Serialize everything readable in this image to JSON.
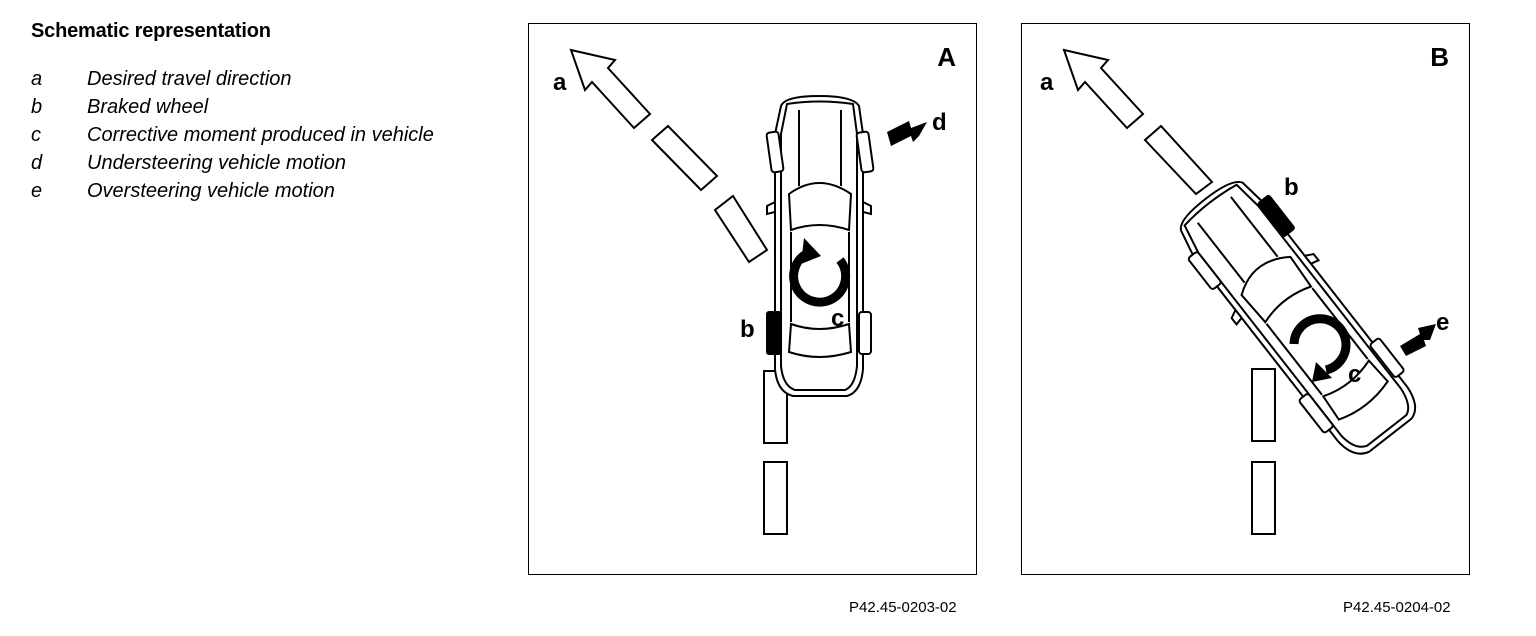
{
  "legend": {
    "title": "Schematic representation",
    "items": [
      {
        "key": "a",
        "text": "Desired travel direction"
      },
      {
        "key": "b",
        "text": "Braked wheel"
      },
      {
        "key": "c",
        "text": "Corrective moment produced in vehicle"
      },
      {
        "key": "d",
        "text": "Understeering vehicle motion"
      },
      {
        "key": "e",
        "text": "Oversteering vehicle motion"
      }
    ]
  },
  "panels": {
    "a": {
      "label": "A",
      "ref_code": "P42.45-0203-02",
      "callouts": {
        "a": "a",
        "b": "b",
        "c": "c",
        "d": "d"
      }
    },
    "b": {
      "label": "B",
      "ref_code": "P42.45-0204-02",
      "callouts": {
        "a": "a",
        "b": "b",
        "c": "c",
        "e": "e"
      }
    }
  }
}
